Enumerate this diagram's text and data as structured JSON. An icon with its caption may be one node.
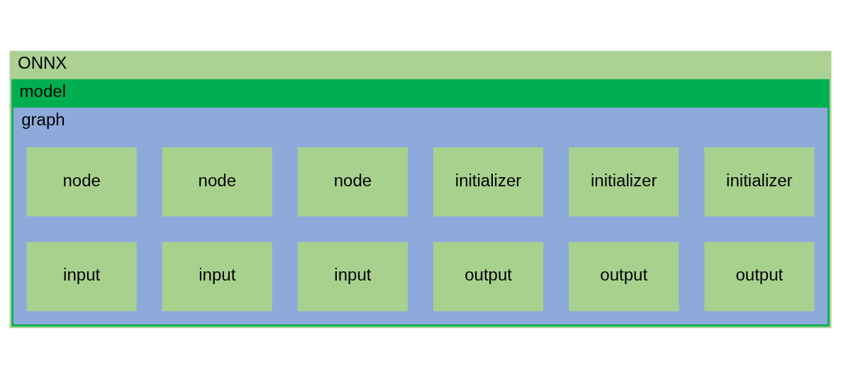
{
  "diagram": {
    "nodes": [
      {
        "text": [
          "ONNX"
        ]
      },
      {
        "text": [
          "model"
        ],
        "in": 0
      },
      {
        "text": [
          "graph"
        ],
        "in": 1
      },
      {
        "text": [
          "node"
        ],
        "in": 2
      },
      {
        "text": [
          "node"
        ],
        "in": 2
      },
      {
        "text": [
          "node"
        ],
        "in": 2
      },
      {
        "text": [
          "initializer"
        ],
        "in": 2
      },
      {
        "text": [
          "initializer"
        ],
        "in": 2
      },
      {
        "text": [
          "initializer"
        ],
        "in": 2
      },
      {
        "text": [
          "input"
        ],
        "in": 2
      },
      {
        "text": [
          "input"
        ],
        "in": 2
      },
      {
        "text": [
          "input"
        ],
        "in": 2
      },
      {
        "text": [
          "output"
        ],
        "in": 2
      },
      {
        "text": [
          "output"
        ],
        "in": 2
      },
      {
        "text": [
          "output"
        ],
        "in": 2
      }
    ],
    "edges": []
  }
}
